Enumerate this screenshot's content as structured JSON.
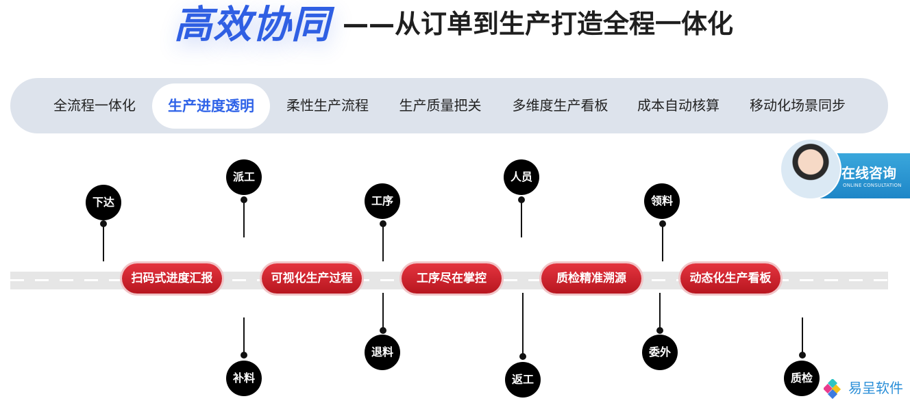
{
  "header": {
    "highlight": "高效协同",
    "subtitle": "——从订单到生产打造全程一体化"
  },
  "tabs": [
    {
      "label": "全流程一体化",
      "active": false
    },
    {
      "label": "生产进度透明",
      "active": true
    },
    {
      "label": "柔性生产流程",
      "active": false
    },
    {
      "label": "生产质量把关",
      "active": false
    },
    {
      "label": "多维度生产看板",
      "active": false
    },
    {
      "label": "成本自动核算",
      "active": false
    },
    {
      "label": "移动化场景同步",
      "active": false
    }
  ],
  "timeline": {
    "stages": [
      "扫码式进度汇报",
      "可视化生产过程",
      "工序尽在掌控",
      "质检精准溯源",
      "动态化生产看板"
    ],
    "top_nodes": [
      "下达",
      "派工",
      "工序",
      "人员",
      "领料"
    ],
    "bottom_nodes": [
      "补料",
      "退料",
      "返工",
      "委外",
      "质检"
    ]
  },
  "consult": {
    "label": "在线咨询",
    "sub_label": "ONLINE CONSULTATION"
  },
  "brand": {
    "name": "易呈软件"
  },
  "colors": {
    "accent_blue": "#2f5fe3",
    "stage_red": "#d22a33",
    "tab_bar_bg": "#dde3ec"
  }
}
